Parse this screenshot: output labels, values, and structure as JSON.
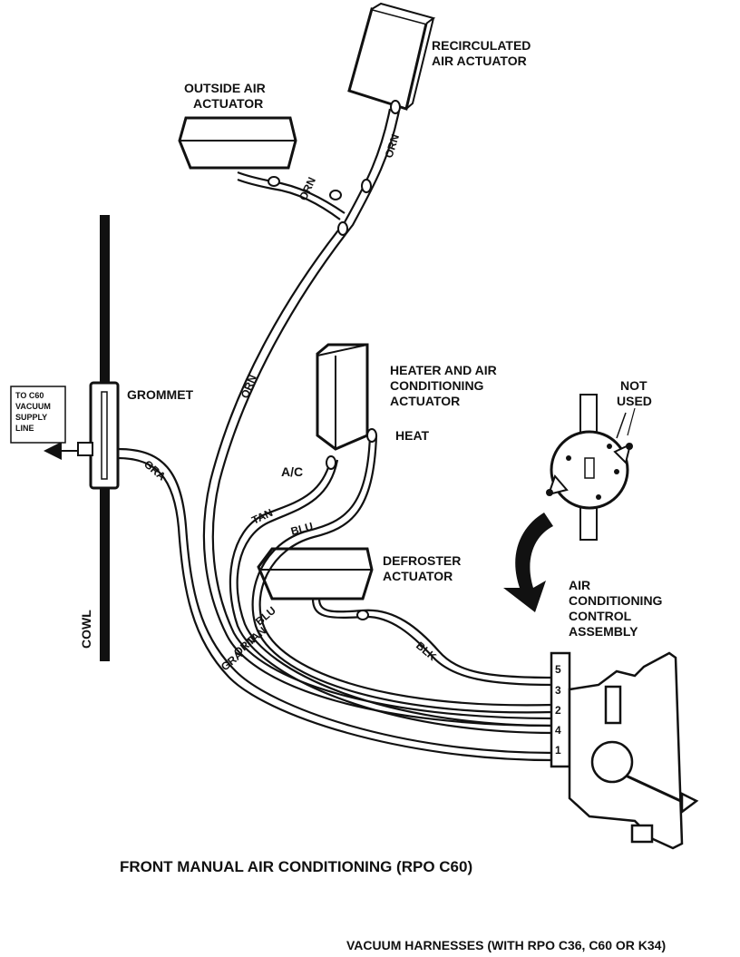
{
  "diagram": {
    "labels": {
      "recirculated_actuator": [
        "RECIRCULATED",
        "AIR ACTUATOR"
      ],
      "outside_air_actuator": [
        "OUTSIDE AIR",
        "ACTUATOR"
      ],
      "heater_ac_actuator": [
        "HEATER AND AIR",
        "CONDITIONING",
        "ACTUATOR"
      ],
      "not_used": [
        "NOT",
        "USED"
      ],
      "defroster_actuator": [
        "DEFROSTER",
        "ACTUATOR"
      ],
      "control_assembly": [
        "AIR",
        "CONDITIONING",
        "CONTROL",
        "ASSEMBLY"
      ],
      "grommet": "GROMMET",
      "supply_line": [
        "TO C60",
        "VACUUM",
        "SUPPLY",
        "LINE"
      ],
      "cowl": "COWL",
      "heat": "HEAT",
      "ac": "A/C"
    },
    "hose_colors": {
      "orn": "ORN",
      "gra": "GRA",
      "tan": "TAN",
      "blu": "BLU",
      "blk": "BLK"
    },
    "connector_ports": [
      "5",
      "3",
      "2",
      "4",
      "1"
    ],
    "title": "FRONT MANUAL AIR CONDITIONING (RPO C60)",
    "footer": "VACUUM HARNESSES (WITH RPO C36, C60 OR K34)"
  }
}
